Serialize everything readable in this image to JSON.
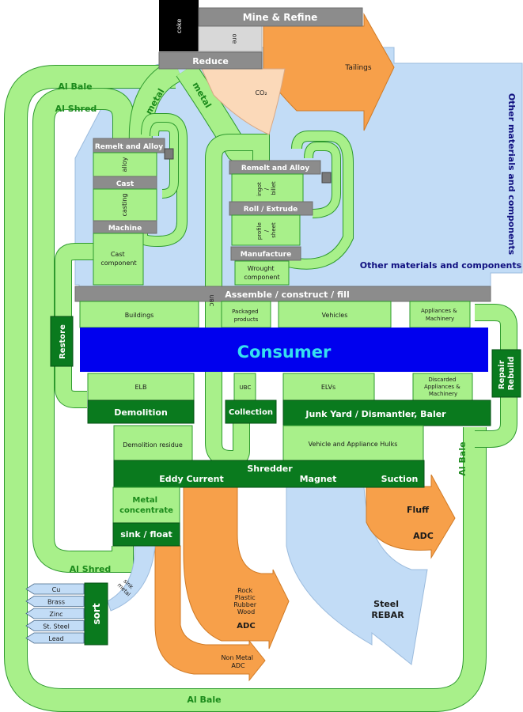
{
  "processes": {
    "mine_refine": "Mine & Refine",
    "reduce": "Reduce",
    "remelt_alloy": "Remelt and Alloy",
    "cast": "Cast",
    "machine": "Machine",
    "roll_extrude": "Roll / Extrude",
    "manufacture": "Manufacture",
    "assemble": "Assemble / construct / fill",
    "demolition": "Demolition",
    "collection": "Collection",
    "junk_yard": "Junk Yard / Dismantler, Baler",
    "shredder": "Shredder",
    "eddy_current": "Eddy Current",
    "magnet": "Magnet",
    "suction": "Suction",
    "sink_float": "sink / float",
    "sort": "sort",
    "restore": "Restore",
    "repair_rebuild": "Repair\nRebuild"
  },
  "materials": {
    "coke": "coke",
    "ore": "ore",
    "tailings": "Tailings",
    "co2": "CO₂",
    "metal": "metal",
    "alloy": "alloy",
    "casting": "casting",
    "cast_component": "Cast\ncomponent",
    "ingot_billet": "ingot\n/\nbillet",
    "profile_sheet": "profile\n/\nsheet",
    "wrought_component": "Wrought\ncomponent",
    "other_materials": "Other materials and components",
    "buildings": "Buildings",
    "packaged_products": "Packaged\nproducts",
    "vehicles": "Vehicles",
    "appliances_machinery": "Appliances &\nMachinery",
    "consumer": "Consumer",
    "elb": "ELB",
    "ubc": "UBC",
    "elvs": "ELVs",
    "discarded_appliances": "Discarded\nAppliances &\nMachinery",
    "demolition_residue": "Demolition residue",
    "vehicle_hulks": "Vehicle and Appliance Hulks",
    "metal_concentrate": "Metal\nconcentrate",
    "fluff": "Fluff",
    "adc": "ADC",
    "rock_plastic": "Rock\nPlastic\nRubber\nWood",
    "non_metal_adc": "Non Metal\nADC",
    "steel_rebar": "Steel\nREBAR",
    "sink_metal": "sink\nmetal",
    "al_bale": "Al Bale",
    "al_shred": "Al Shred"
  },
  "sorted_metals": [
    "Cu",
    "Brass",
    "Zinc",
    "St. Steel",
    "Lead"
  ],
  "colors": {
    "light_green": "#a8f08a",
    "dark_green": "#0a7a1e",
    "gray": "#8c8c8c",
    "light_blue": "#c2dcf6",
    "orange": "#f7a04a",
    "consumer_blue": "#0000ee",
    "consumer_text": "#35e0f0",
    "navy_text": "#101080"
  }
}
